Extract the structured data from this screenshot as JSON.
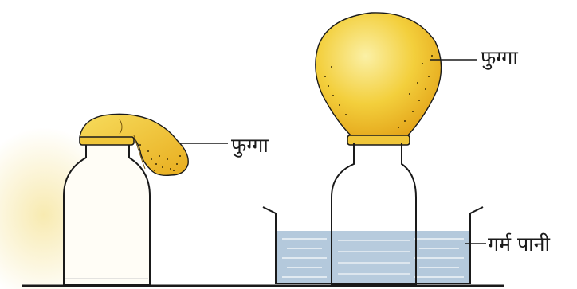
{
  "labels": {
    "balloon_left": "फुग्गा",
    "balloon_right": "फुग्गा",
    "hot_water": "गर्म पानी"
  },
  "colors": {
    "balloon": "#f2c62e",
    "balloon_shade": "#e3a316",
    "water": "#a7c0d6",
    "outline": "#1a1a1a",
    "background_tint": "#f7e8a8"
  }
}
